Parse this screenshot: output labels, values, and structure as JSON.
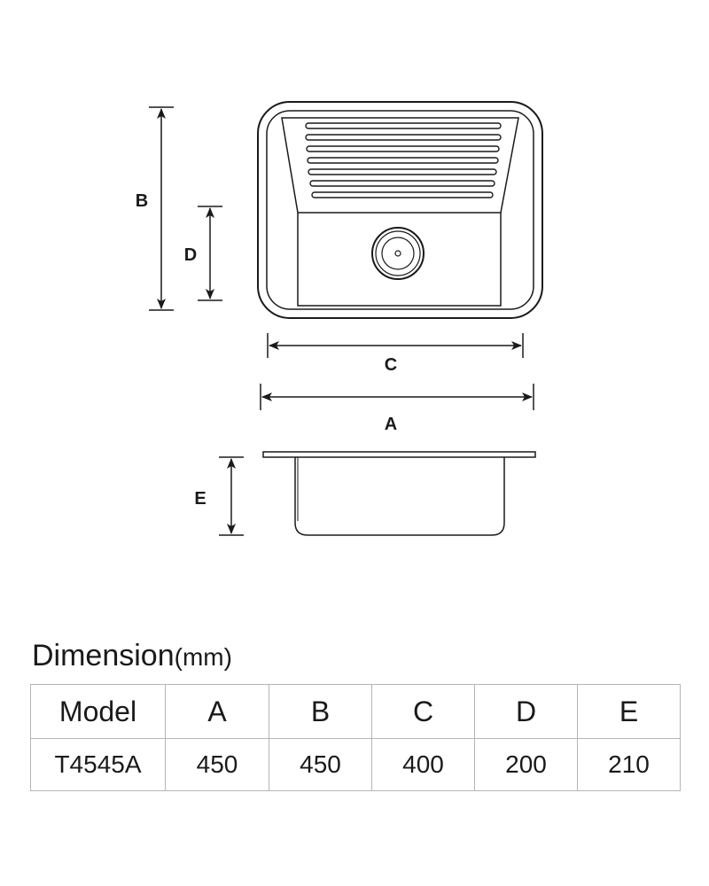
{
  "diagram": {
    "labels": {
      "a": "A",
      "b": "B",
      "c": "C",
      "d": "D",
      "e": "E"
    }
  },
  "dimension": {
    "title": "Dimension",
    "unit": "(mm)",
    "headers": [
      "Model",
      "A",
      "B",
      "C",
      "D",
      "E"
    ],
    "rows": [
      [
        "T4545A",
        "450",
        "450",
        "400",
        "200",
        "210"
      ]
    ]
  }
}
